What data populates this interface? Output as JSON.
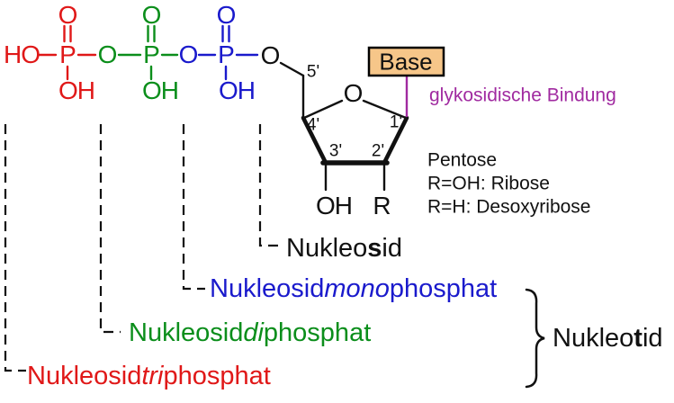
{
  "palette": {
    "red": "#E01818",
    "green": "#0B8E1B",
    "blue": "#1A1ACC",
    "purple": "#A02AA0",
    "black": "#111111",
    "base_box_fill": "#F6C689",
    "base_box_border": "#000000"
  },
  "phosphate_chain": {
    "atoms": [
      "HO",
      "P",
      "O",
      "P",
      "O",
      "P",
      "O"
    ],
    "double_bond_oxygens": [
      "O",
      "O",
      "O"
    ],
    "hydroxyl_groups": [
      "OH",
      "OH",
      "OH"
    ]
  },
  "sugar": {
    "ring_oxygen": "O",
    "c5_prime": "5'",
    "c4_prime": "4'",
    "c3_prime": "3'",
    "c2_prime": "2'",
    "c1_prime": "1'",
    "hydroxyl": "OH",
    "r_group": "R"
  },
  "base": {
    "label": "Base"
  },
  "notes": {
    "glycosidic_bond": "glykosidische Bindung",
    "pentose_title": "Pentose",
    "pentose_ribose": "R=OH: Ribose",
    "pentose_desoxyribose": "R=H: Desoxyribose"
  },
  "terms": {
    "nukleosid": {
      "pre": "Nukleo",
      "emph": "s",
      "post": "id"
    },
    "monophosphat": {
      "pre": "Nukleosid",
      "emph": "mono",
      "post": "phosphat"
    },
    "diphosphat": {
      "pre": "Nukleosid",
      "emph": "di",
      "post": "phosphat"
    },
    "triphosphat": {
      "pre": "Nukleosid",
      "emph": "tri",
      "post": "phosphat"
    },
    "nukleotid": {
      "pre": "Nukleo",
      "emph": "t",
      "post": "id"
    }
  }
}
